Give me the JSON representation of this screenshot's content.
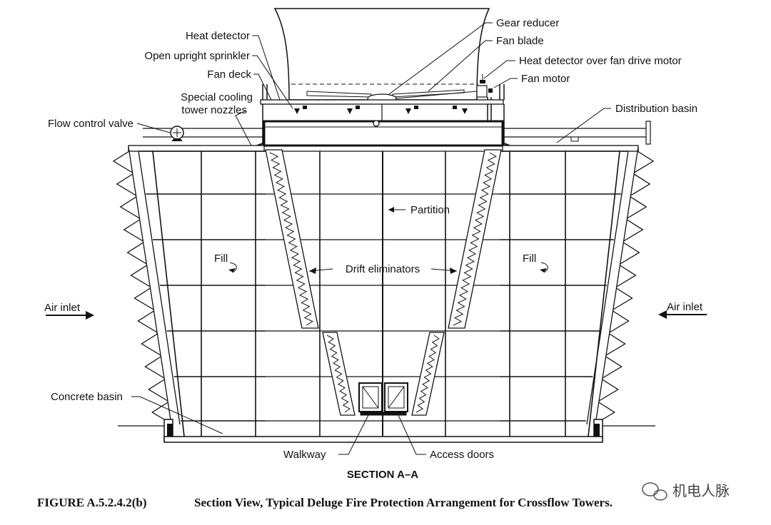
{
  "labels": {
    "heat_detector": "Heat detector",
    "open_upright_sprinkler": "Open upright sprinkler",
    "fan_deck": "Fan deck",
    "special_nozzles_1": "Special cooling",
    "special_nozzles_2": "tower nozzles",
    "flow_control_valve": "Flow control valve",
    "gear_reducer": "Gear reducer",
    "fan_blade": "Fan blade",
    "heat_detector_over_motor": "Heat detector over fan drive motor",
    "fan_motor": "Fan motor",
    "distribution_basin": "Distribution basin",
    "partition": "Partition",
    "fill_left": "Fill",
    "fill_right": "Fill",
    "drift_eliminators": "Drift eliminators",
    "air_inlet_left": "Air inlet",
    "air_inlet_right": "Air inlet",
    "concrete_basin": "Concrete basin",
    "walkway": "Walkway",
    "access_doors": "Access doors"
  },
  "section_title": "SECTION A–A",
  "caption": {
    "number": "FIGURE A.5.2.4.2(b)",
    "text": "Section View, Typical Deluge Fire Protection Arrangement for Crossflow Towers."
  },
  "watermark": "机电人脉"
}
